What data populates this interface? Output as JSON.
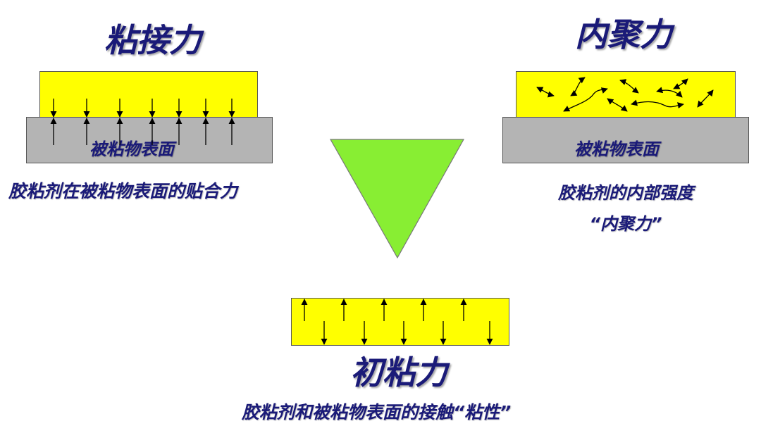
{
  "adhesion": {
    "title": "粘接力",
    "substrate_label": "被粘物表面",
    "caption": "胶粘剂在被粘物表面的贴合力"
  },
  "cohesion": {
    "title": "内聚力",
    "substrate_label": "被粘物表面",
    "caption_line1": "胶粘剂的内部强度",
    "caption_line2": "“内聚力”"
  },
  "tack": {
    "title": "初粘力",
    "caption": "胶粘剂和被粘物表面的接触“粘性”"
  },
  "colors": {
    "adhesive": "#ffff00",
    "substrate": "#b4b4b4",
    "triangle": "#88ee33",
    "text": "#1a1a78"
  }
}
